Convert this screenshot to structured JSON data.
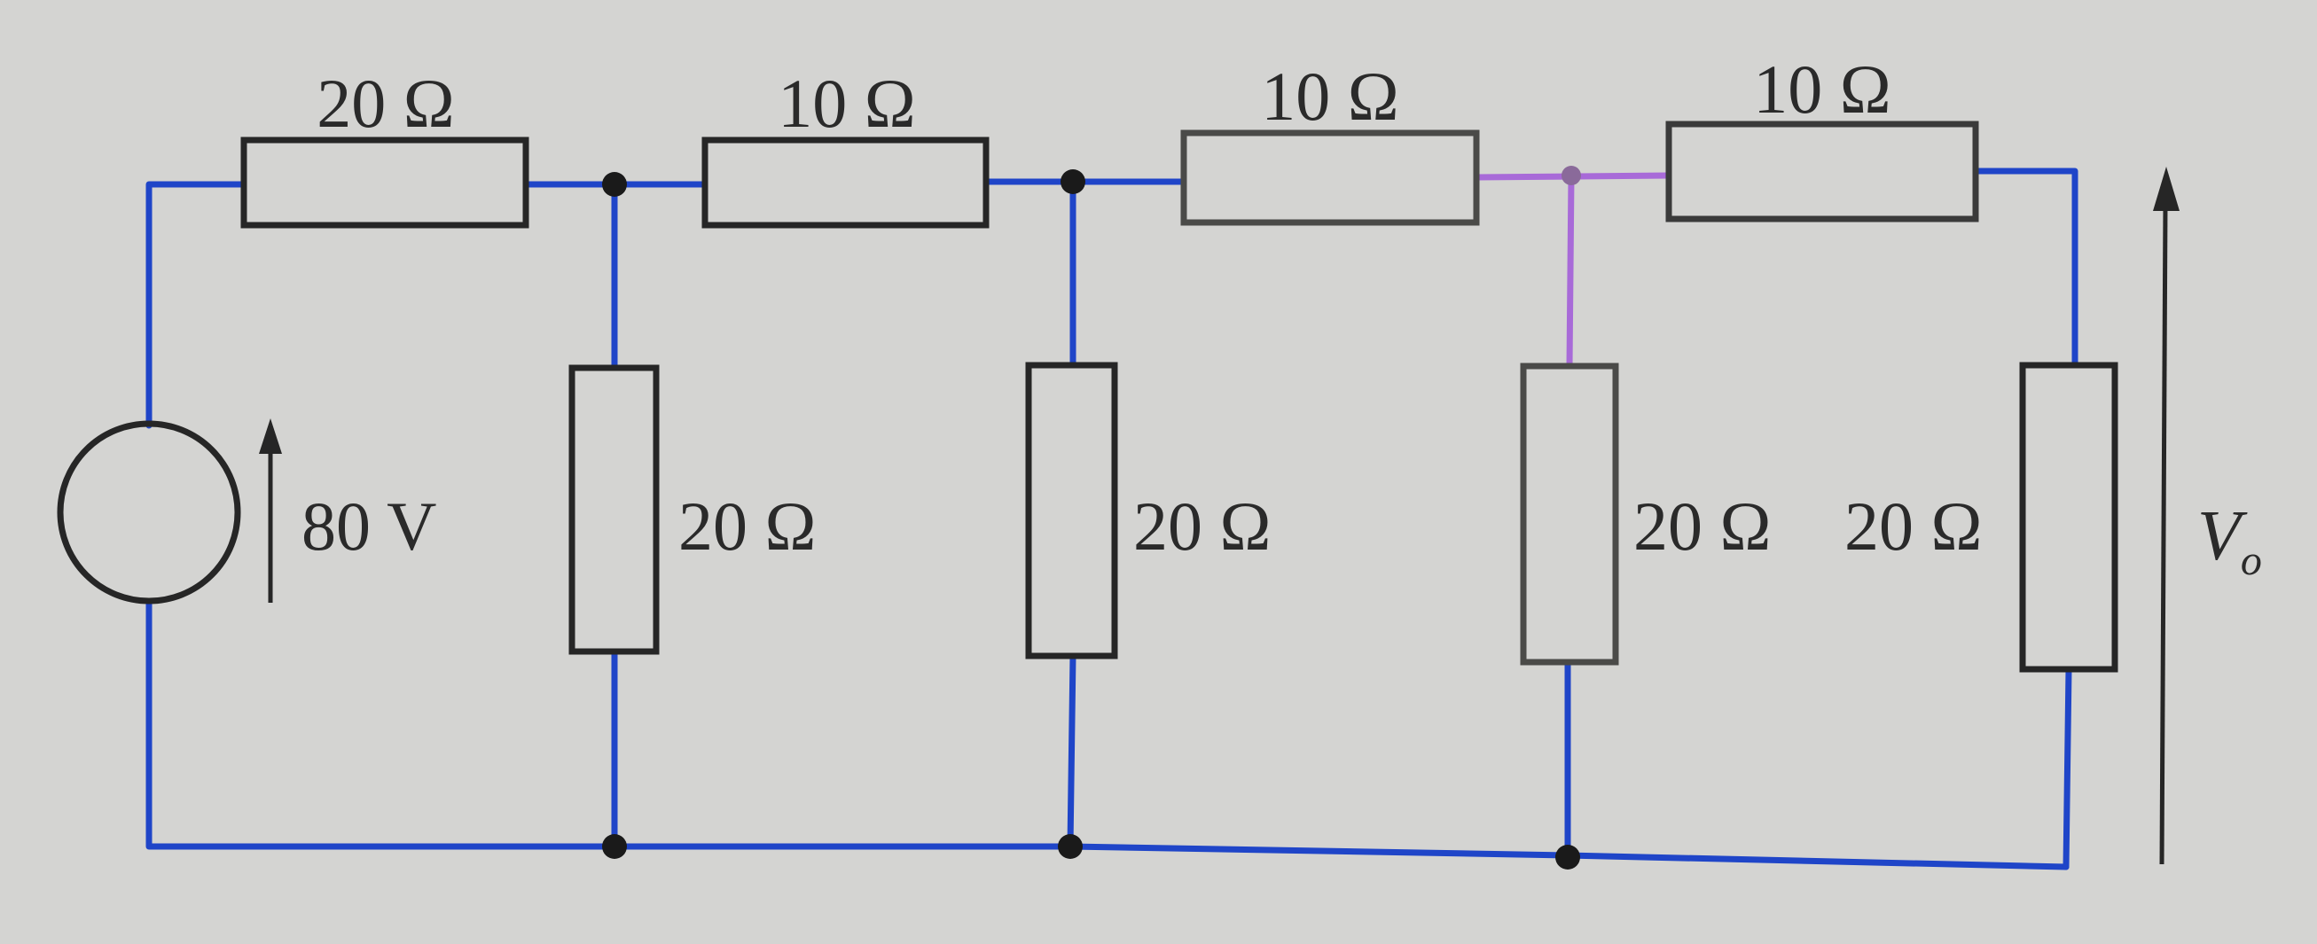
{
  "circuit": {
    "source": {
      "label": "80 V"
    },
    "series_resistors": [
      {
        "label": "20 Ω"
      },
      {
        "label": "10 Ω"
      },
      {
        "label": "10 Ω"
      },
      {
        "label": "10 Ω"
      }
    ],
    "shunt_resistors": [
      {
        "label": "20 Ω"
      },
      {
        "label": "20 Ω"
      },
      {
        "label": "20 Ω"
      },
      {
        "label": "20 Ω"
      }
    ],
    "output": {
      "label": "V",
      "subscript": "o"
    }
  },
  "colors": {
    "wire": "#1f45c8",
    "wire_highlight": "#a86ad8",
    "component": "#262626",
    "background": "#d4d4d2"
  }
}
